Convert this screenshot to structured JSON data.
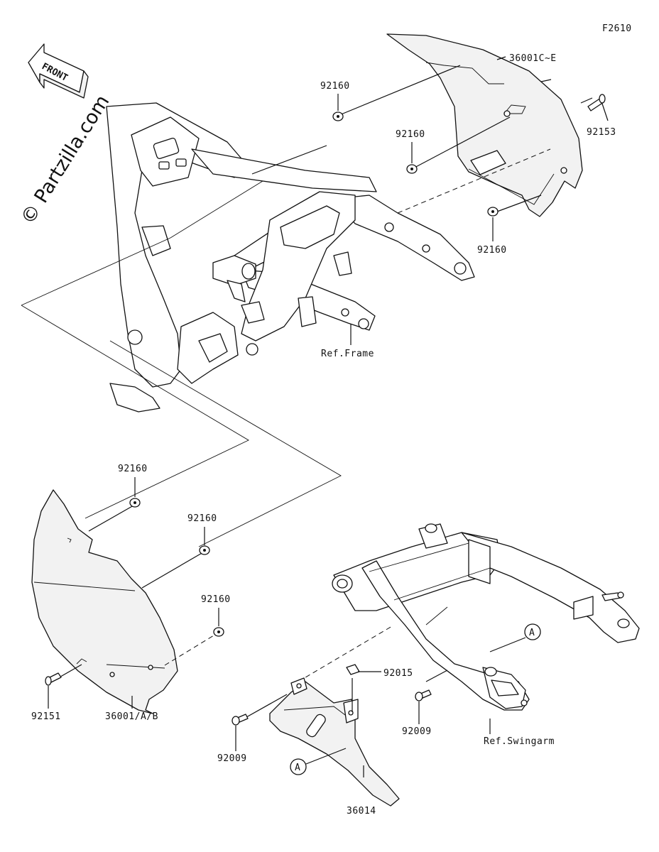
{
  "figure_id": "F2610",
  "watermark": "© Partzilla.com",
  "front_arrow": {
    "label": "FRONT"
  },
  "labels": {
    "cover_right": "36001C~E",
    "cover_left": "36001/A/B",
    "nut_top": "92160",
    "nut_mid_right": "92160",
    "nut_lower_right": "92160",
    "bolt_right": "92153",
    "nut_left_1": "92160",
    "nut_left_2": "92160",
    "nut_left_3": "92160",
    "bolt_left": "92151",
    "ref_frame": "Ref.Frame",
    "ref_swingarm": "Ref.Swingarm",
    "chain_guard": "36014",
    "collar": "92015",
    "bolt_guard_left": "92009",
    "bolt_guard_right": "92009",
    "marker_a_swingarm": "A",
    "marker_a_guard": "A"
  }
}
